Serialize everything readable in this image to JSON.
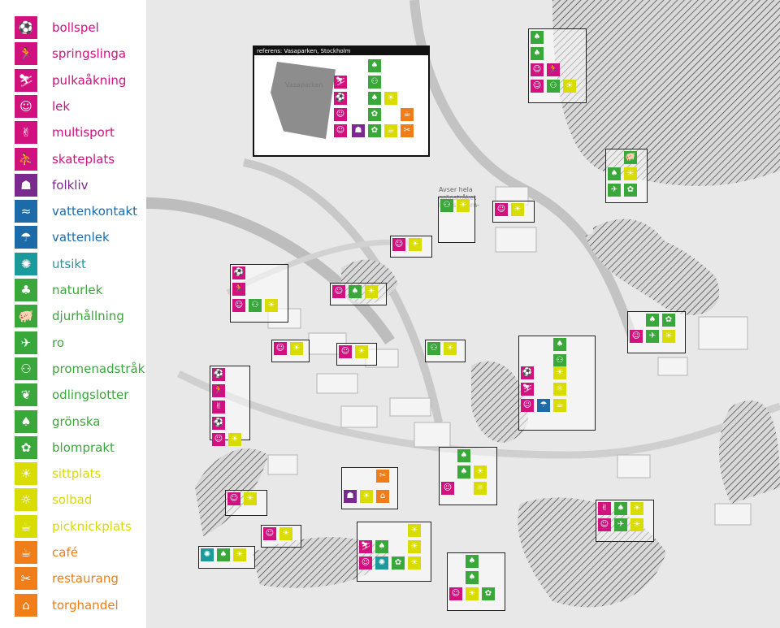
{
  "legend": {
    "items": [
      {
        "label": "bollspel",
        "color": "#d0117e",
        "icon": "ball-game-icon",
        "glyph": "⚽"
      },
      {
        "label": "springslinga",
        "color": "#d0117e",
        "icon": "running-icon",
        "glyph": "🏃"
      },
      {
        "label": "pulkaåkning",
        "color": "#d0117e",
        "icon": "sledding-icon",
        "glyph": "⛷"
      },
      {
        "label": "lek",
        "color": "#d0117e",
        "icon": "play-icon",
        "glyph": "☺"
      },
      {
        "label": "multisport",
        "color": "#d0117e",
        "icon": "multisport-icon",
        "glyph": "✌"
      },
      {
        "label": "skateplats",
        "color": "#d0117e",
        "icon": "skate-icon",
        "glyph": "⛹"
      },
      {
        "label": "folkliv",
        "color": "#7a2a8e",
        "icon": "crowd-icon",
        "glyph": "☗"
      },
      {
        "label": "vattenkontakt",
        "color": "#1c6aa8",
        "icon": "water-contact-icon",
        "glyph": "≈"
      },
      {
        "label": "vattenlek",
        "color": "#1c6aa8",
        "icon": "water-play-icon",
        "glyph": "☂"
      },
      {
        "label": "utsikt",
        "color": "#1a9a9a",
        "icon": "view-icon",
        "glyph": "✺"
      },
      {
        "label": "naturlek",
        "color": "#3aa73a",
        "icon": "nature-play-icon",
        "glyph": "♣"
      },
      {
        "label": "djurhållning",
        "color": "#3aa73a",
        "icon": "animal-icon",
        "glyph": "🐖"
      },
      {
        "label": "ro",
        "color": "#3aa73a",
        "icon": "bird-icon",
        "glyph": "✈"
      },
      {
        "label": "promenadstråk",
        "color": "#3aa73a",
        "icon": "walking-icon",
        "glyph": "⚇"
      },
      {
        "label": "odlingslotter",
        "color": "#3aa73a",
        "icon": "garden-icon",
        "glyph": "❦"
      },
      {
        "label": "grönska",
        "color": "#3aa73a",
        "icon": "tree-icon",
        "glyph": "♠"
      },
      {
        "label": "blomprakt",
        "color": "#3aa73a",
        "icon": "flower-icon",
        "glyph": "✿"
      },
      {
        "label": "sittplats",
        "color": "#d8dc00",
        "icon": "seating-icon",
        "glyph": "☀"
      },
      {
        "label": "solbad",
        "color": "#d8dc00",
        "icon": "sunbathing-icon",
        "glyph": "☼"
      },
      {
        "label": "picknickplats",
        "color": "#d8dc00",
        "icon": "picnic-icon",
        "glyph": "☕"
      },
      {
        "label": "café",
        "color": "#ee7d1a",
        "icon": "cafe-icon",
        "glyph": "☕"
      },
      {
        "label": "restaurang",
        "color": "#ee7d1a",
        "icon": "restaurant-icon",
        "glyph": "✂"
      },
      {
        "label": "torghandel",
        "color": "#ee7d1a",
        "icon": "market-icon",
        "glyph": "⌂"
      }
    ]
  },
  "reference": {
    "title": "referens: Vasaparken, Stockholm",
    "park_label": "Vasaparken"
  },
  "annotation": "Avser hela grönstråket längs Kvarn-"
}
